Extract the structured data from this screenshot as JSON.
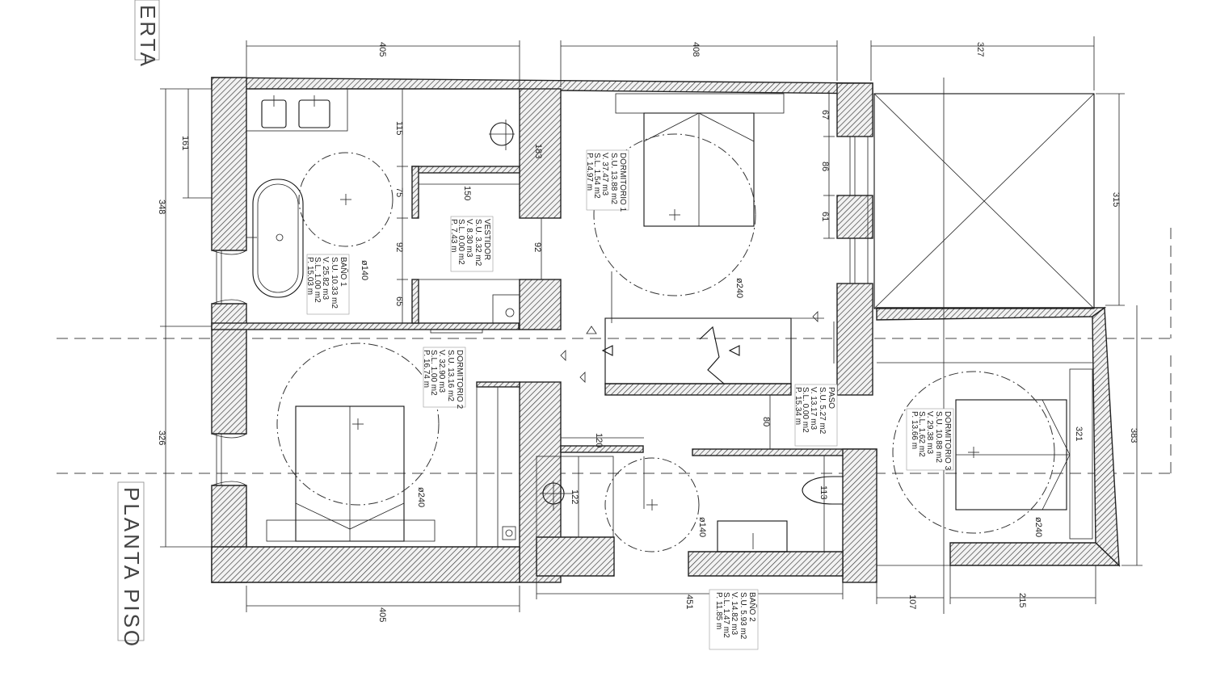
{
  "titles": {
    "plan_title": "PLANTA PISO",
    "partial_title": "ERTA"
  },
  "rooms": {
    "bano1": {
      "name": "BAÑO 1",
      "su": "S.U. 10.33 m2",
      "v": "V. 25.82 m3",
      "sl": "S.L. 1.00 m2",
      "p": "P. 15.03 m"
    },
    "vestidor": {
      "name": "VESTIDOR",
      "su": "S.U. 3.32 m2",
      "v": "V. 8.30 m3",
      "sl": "S.L. 0.00 m2",
      "p": "P. 7.43 m"
    },
    "dormitorio1": {
      "name": "DORMITORIO 1",
      "su": "S.U. 13.88 m2",
      "v": "V. 37.47 m3",
      "sl": "S.L. 1.54 m2",
      "p": "P. 14.97 m"
    },
    "dormitorio2": {
      "name": "DORMITORIO 2",
      "su": "S.U. 13.16 m2",
      "v": "V. 32.90 m3",
      "sl": "S.L. 1.00 m2",
      "p": "P. 16.74 m"
    },
    "paso": {
      "name": "PASO",
      "su": "S.U. 5.27 m2",
      "v": "V. 13.17 m3",
      "sl": "S.L. 0.00 m2",
      "p": "P. 15.34 m"
    },
    "dormitorio3": {
      "name": "DORMITORIO 3",
      "su": "S.U. 10.88 m2",
      "v": "V. 29.38 m3",
      "sl": "S.L. 1.62 m2",
      "p": "P. 13.66 m"
    },
    "bano2": {
      "name": "BAÑO 2",
      "su": "S.U. 5.93 m2",
      "v": "V. 14.82 m3",
      "sl": "S.L. 1.47 m2",
      "p": "P. 11.85 m"
    }
  },
  "dimensions": {
    "top_left": "405",
    "top_mid": "408",
    "top_right": "327",
    "left_outer_top": "348",
    "left_inner_top": "161",
    "left_outer_bottom": "326",
    "right_outer_top": "315",
    "right_outer_bottom": "383",
    "bano_115": "115",
    "bano_75": "75",
    "bano_92": "92",
    "bano_65": "65",
    "vest_150": "150",
    "vest_183": "183",
    "vest_92": "92",
    "d1_67": "67",
    "d1_86": "86",
    "d1_61": "61",
    "paso_80": "80",
    "b2_120": "120",
    "b2_122": "122",
    "b2_113": "113",
    "d3_321": "321",
    "bottom_left": "405",
    "bottom_mid": "451",
    "bottom_107": "107",
    "bottom_215": "215"
  },
  "turning_circles": {
    "c140a": "ø140",
    "c140b": "ø140",
    "c240a": "ø240",
    "c240b": "ø240",
    "c240c": "ø240"
  }
}
